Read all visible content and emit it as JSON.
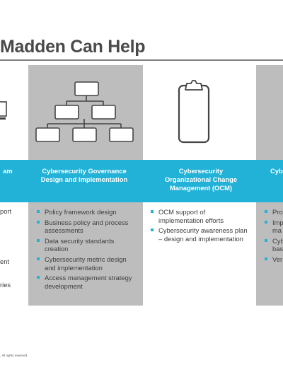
{
  "title": "Madden Can Help",
  "columns": [
    {
      "header": "am",
      "items": [
        "port",
        "",
        "",
        "ent",
        "ries"
      ]
    },
    {
      "header": "Cybersecurity Governance Design and Implementation",
      "items": [
        "Policy framework design",
        "Business policy and process assessments",
        "Data security standards creation",
        "Cybersecurity metric design and implementation",
        "Access management strategy development"
      ]
    },
    {
      "header": "Cybersecurity Organizational Change Management (OCM)",
      "items": [
        "OCM support of implementation efforts",
        "Cybersecurity awareness plan – design and implementation"
      ]
    },
    {
      "header": "Cyb",
      "items": [
        "Pro",
        "Imp ma",
        "Cyb bas",
        "Ver"
      ]
    }
  ],
  "footer": ". All rights reserved.",
  "icons": [
    "computer-icon",
    "org-chart-icon",
    "clipboard-icon"
  ],
  "colors": {
    "band": "#22b2d8",
    "column": "#bdbdbd",
    "title": "#4a4a4a"
  }
}
